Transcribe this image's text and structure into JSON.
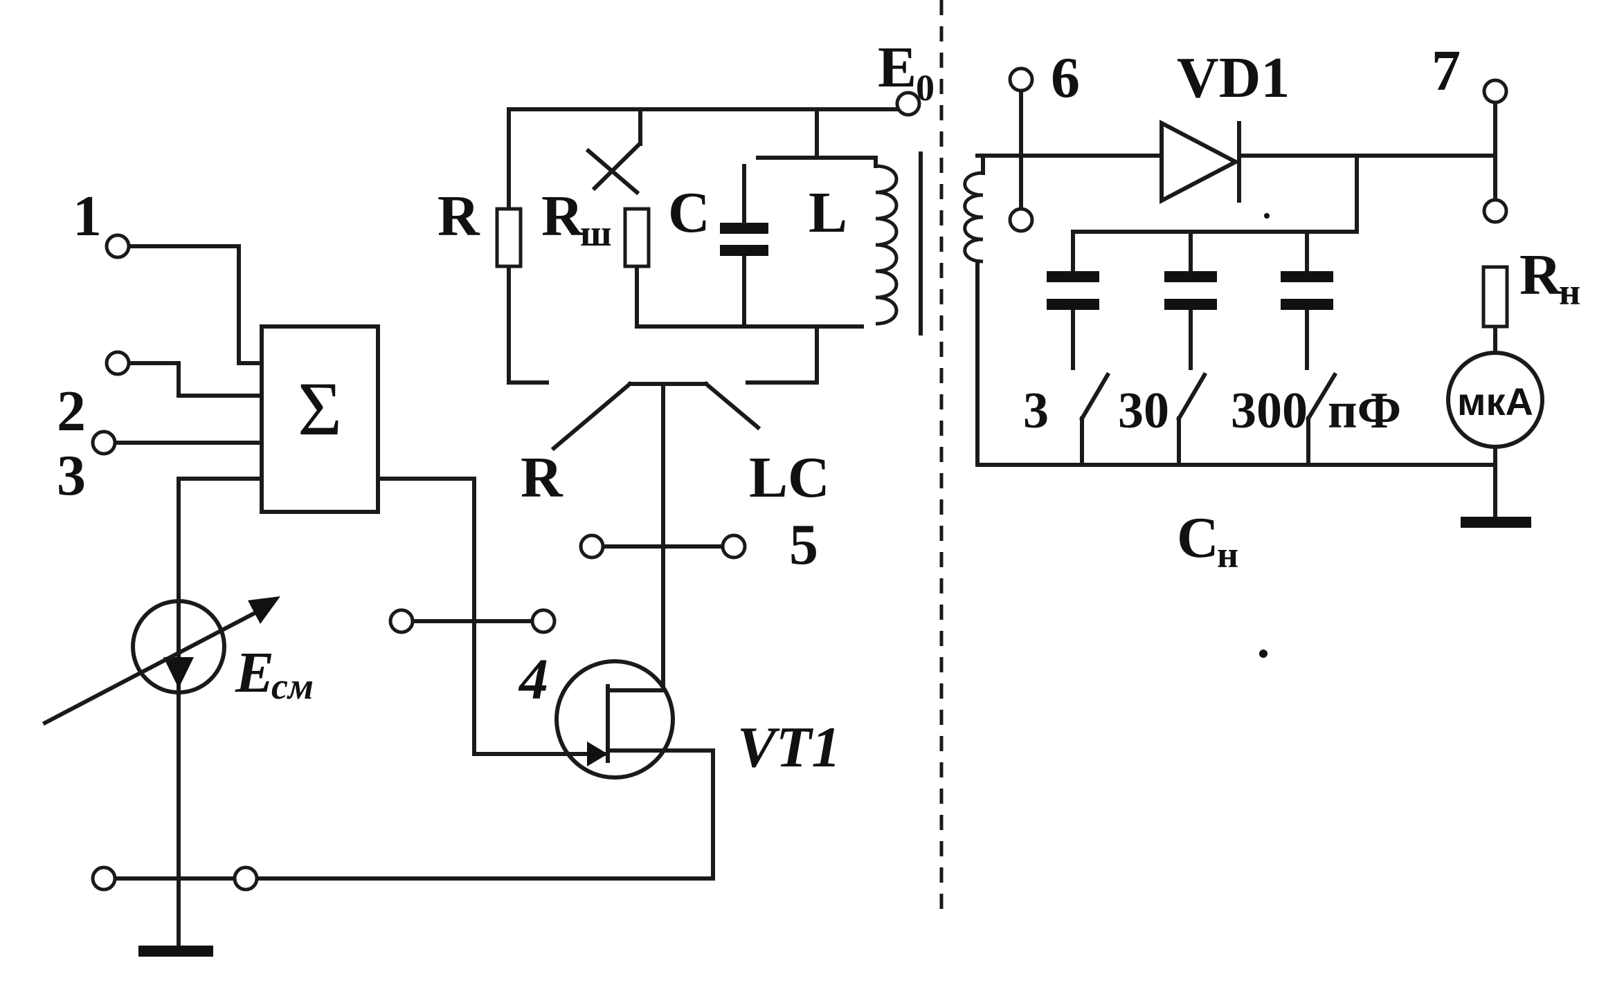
{
  "labels": {
    "terminal_1": "1",
    "terminal_2": "2",
    "terminal_3": "3",
    "terminal_4": "4",
    "terminal_5": "5",
    "terminal_6": "6",
    "terminal_7": "7",
    "summer": "Σ",
    "bias_source_main": "E",
    "bias_source_sub": "см",
    "transistor": "VT1",
    "supply_main": "E",
    "supply_sub": "0",
    "resistor_R": "R",
    "resistor_shunt_main": "R",
    "resistor_shunt_sub": "ш",
    "capacitor_C": "C",
    "inductor_L": "L",
    "switch_R": "R",
    "switch_LC": "LC",
    "diode": "VD1",
    "cap_val_1": "3",
    "cap_val_2": "30",
    "cap_val_3": "300",
    "cap_unit": "пФ",
    "load_cap_main": "C",
    "load_cap_sub": "н",
    "load_res_main": "R",
    "load_res_sub": "н",
    "meter": "мкА"
  }
}
